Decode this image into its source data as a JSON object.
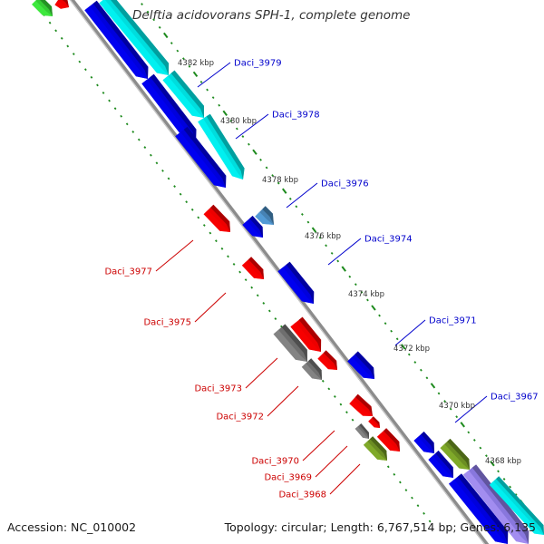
{
  "title": "Delftia acidovorans SPH-1, complete genome",
  "footer": {
    "accession": "Accession: NC_010002",
    "summary": "Topology: circular; Length: 6,767,514 bp; Genes: 6,135"
  },
  "colors": {
    "backbone": "#8c8c8c",
    "tick": "#1d8a1d",
    "forward_label": "#0000cc",
    "reverse_label": "#cc0000",
    "blue_gene": "#0000dd",
    "cyan_gene": "#00dddd",
    "red_gene": "#ee0000",
    "grey_gene": "#6e6e6e",
    "olive_gene": "#6b8e23",
    "steel_gene": "#4682b4",
    "lavender_gene": "#8877dd",
    "green_gene": "#33cc33"
  },
  "scale_labels": [
    "4382 kbp",
    "4380 kbp",
    "4378 kbp",
    "4376 kbp",
    "4374 kbp",
    "4372 kbp",
    "4370 kbp",
    "4368 kbp"
  ],
  "forward_labels": [
    "Daci_3979",
    "Daci_3978",
    "Daci_3976",
    "Daci_3974",
    "Daci_3971",
    "Daci_3967"
  ],
  "reverse_labels": [
    "Daci_3977",
    "Daci_3975",
    "Daci_3973",
    "Daci_3972",
    "Daci_3970",
    "Daci_3969",
    "Daci_3968"
  ],
  "genes": [
    {
      "color": "green_gene"
    },
    {
      "color": "red_gene"
    },
    {
      "color": "blue_gene"
    },
    {
      "color": "blue_gene"
    },
    {
      "color": "blue_gene"
    },
    {
      "color": "cyan_gene"
    },
    {
      "color": "cyan_gene"
    },
    {
      "color": "cyan_gene"
    },
    {
      "color": "steel_gene"
    },
    {
      "color": "blue_gene"
    },
    {
      "color": "red_gene"
    },
    {
      "color": "red_gene"
    },
    {
      "color": "blue_gene"
    },
    {
      "color": "grey_gene"
    },
    {
      "color": "red_gene"
    },
    {
      "color": "grey_gene"
    },
    {
      "color": "red_gene"
    },
    {
      "color": "blue_gene"
    },
    {
      "color": "red_gene"
    },
    {
      "color": "red_gene"
    },
    {
      "color": "grey_gene"
    },
    {
      "color": "red_gene"
    },
    {
      "color": "olive_gene"
    },
    {
      "color": "blue_gene"
    },
    {
      "color": "olive_gene"
    },
    {
      "color": "blue_gene"
    },
    {
      "color": "blue_gene"
    },
    {
      "color": "lavender_gene"
    },
    {
      "color": "cyan_gene"
    }
  ]
}
